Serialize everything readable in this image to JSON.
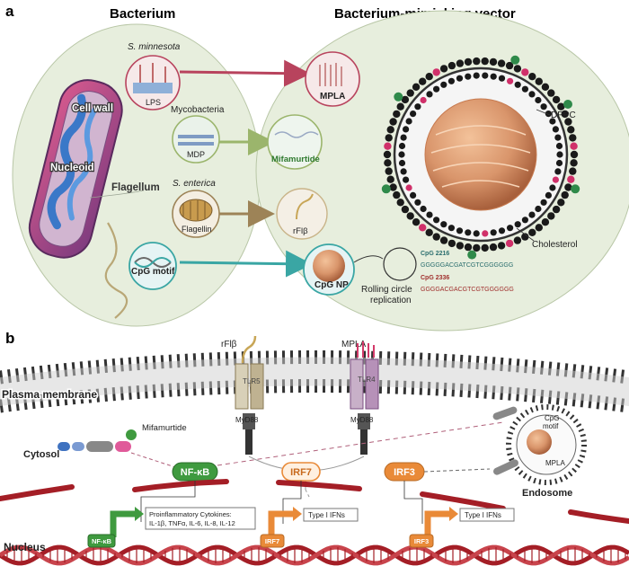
{
  "panel_a": {
    "letter": "a",
    "title_left": "Bacterium",
    "title_right": "Bacterium-mimicking vector",
    "label_s_minnesota": "S. minnesota",
    "label_lps": "LPS",
    "label_mycobacteria": "Mycobacteria",
    "label_mdp": "MDP",
    "label_s_enterica": "S. enterica",
    "label_flagellin": "Flagellin",
    "label_cpg_motif": "CpG motif",
    "label_cell_wall": "Cell wall",
    "label_nucleoid": "Nucleoid",
    "label_flagellum": "Flagellum",
    "label_mpla": "MPLA",
    "label_mifamurtide": "Mifamurtide",
    "label_rflb": "rFlβ",
    "label_cpg_np": "CpG NP",
    "label_rolling_1": "Rolling circle",
    "label_rolling_2": "replication",
    "label_dppc": "DPPC",
    "label_cholesterol": "Cholesterol",
    "label_cpg2216": "CpG 2216",
    "seq_2216": "GGGGGACGATCGTCGGGGGG",
    "label_cpg2336": "CpG 2336",
    "seq_2336": "GGGGACGACGTCGTGGGGGG"
  },
  "panel_b": {
    "letter": "b",
    "label_rflb": "rFlβ",
    "label_mpla": "MPLA",
    "label_plasma_membrane": "Plasma membrane",
    "label_tlr5": "TLR5",
    "label_tlr4": "TLR4",
    "label_myd88_1": "MyD88",
    "label_myd88_2": "MyD88",
    "label_mifamurtide": "Mifamurtide",
    "label_cytosol": "Cytosol",
    "label_nfkb": "NF-κB",
    "label_irf7": "IRF7",
    "label_irf3": "IRF3",
    "label_endosome": "Endosome",
    "label_cpg_motif_1": "CpG",
    "label_cpg_motif_2": "motif",
    "label_endo_mpla": "MPLA",
    "label_cytokines_1": "Proinflammatory Cytokines:",
    "label_cytokines_2": "IL-1β, TNFα, IL-6, IL-8, IL-12",
    "label_type1_a": "Type I IFNs",
    "label_type1_b": "Type I IFNs",
    "label_nucleus": "Nucleus",
    "label_nfkb_dna": "NF-κB",
    "label_irf7_dna": "IRF7",
    "label_irf3_dna": "IRF3"
  },
  "colors": {
    "cell_fill": "#e7eedd",
    "arrow_red": "#b8435d",
    "arrow_green": "#9bb56c",
    "arrow_brown": "#9d8357",
    "arrow_teal": "#3aa6a4",
    "nfkb_green": "#3f9a3f",
    "irf_orange": "#e98a38",
    "dna_red": "#a41e26"
  }
}
